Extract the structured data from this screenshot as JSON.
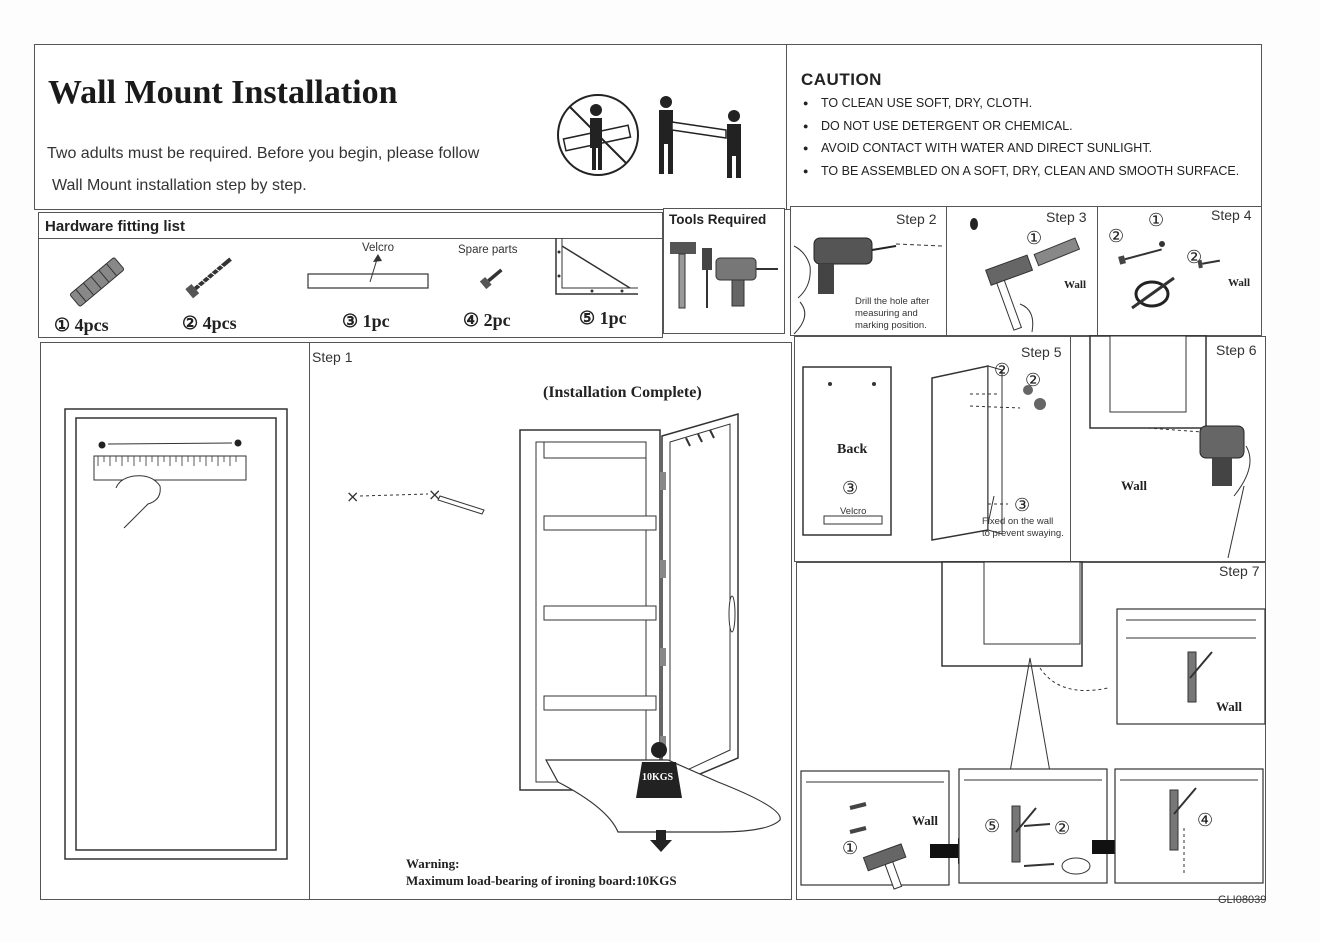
{
  "header": {
    "title": "Wall Mount Installation",
    "intro_line1": "Two adults must be required. Before you begin, please follow",
    "intro_line2": "Wall Mount installation step by step."
  },
  "caution": {
    "heading": "CAUTION",
    "items": [
      "TO CLEAN USE SOFT, DRY, CLOTH.",
      "DO NOT USE DETERGENT OR CHEMICAL.",
      "AVOID CONTACT WITH WATER AND DIRECT SUNLIGHT.",
      "TO BE ASSEMBLED ON A SOFT, DRY, CLEAN AND SMOOTH SURFACE."
    ]
  },
  "hardware": {
    "heading": "Hardware fitting list",
    "items": [
      {
        "qty": "① 4pcs",
        "caption": ""
      },
      {
        "qty": "② 4pcs",
        "caption": ""
      },
      {
        "qty": "③ 1pc",
        "caption": "Velcro"
      },
      {
        "qty": "④ 2pc",
        "caption": "Spare parts"
      },
      {
        "qty": "⑤ 1pc",
        "caption": ""
      }
    ]
  },
  "tools": {
    "heading": "Tools Required"
  },
  "steps": {
    "step1": "Step 1",
    "step2": "Step 2",
    "step3": "Step 3",
    "step4": "Step 4",
    "step5": "Step 5",
    "step6": "Step 6",
    "step7": "Step 7"
  },
  "step1_panel": {
    "complete": "(Installation Complete)",
    "weight": "10KGS",
    "warning": "Warning:",
    "warning_text": "Maximum load-bearing of ironing board:10KGS"
  },
  "step2_panel": {
    "note_line1": "Drill the hole after",
    "note_line2": "measuring and",
    "note_line3": "marking position."
  },
  "step3_panel": {
    "wall": "Wall",
    "num": "①"
  },
  "step4_panel": {
    "wall": "Wall",
    "num1": "①",
    "num2": "②",
    "num2b": "②"
  },
  "step5_panel": {
    "back": "Back",
    "num3": "③",
    "velcro": "Velcro",
    "num2a": "②",
    "num2b": "②",
    "num3b": "③",
    "fixed_line1": "Fixed on the wall",
    "fixed_line2": "to prevent swaying."
  },
  "step6_panel": {
    "wall": "Wall"
  },
  "step7_panel": {
    "wall_top": "Wall",
    "wall_bottom": "Wall",
    "num1": "①",
    "num5": "⑤",
    "num2": "②",
    "num4": "④"
  },
  "footer": {
    "code": "GLI08039"
  }
}
